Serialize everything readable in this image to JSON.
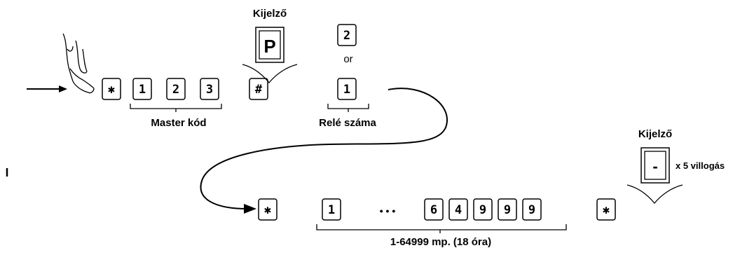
{
  "labels": {
    "display_top": "Kijelző",
    "display_right": "Kijelző",
    "or": "or",
    "master_code": "Master kód",
    "relay_number": "Relé száma",
    "flash_count": "x  5 villogás",
    "time_range": "1-64999 mp. (18 óra)",
    "ellipsis": "• • •"
  },
  "display_chars": {
    "top": "P",
    "right": "-"
  },
  "keys": {
    "row1": {
      "star": "✱",
      "code_1": "1",
      "code_2": "2",
      "code_3": "3",
      "hash": "#",
      "relay_2": "2",
      "relay_1": "1"
    },
    "row2": {
      "star_start": "✱",
      "digit_1": "1",
      "digit_6": "6",
      "digit_4": "4",
      "digit_9a": "9",
      "digit_9b": "9",
      "digit_9c": "9",
      "star_end": "✱"
    }
  },
  "icons": [
    "hand-pointing-icon",
    "arrow-right-icon",
    "curved-arrow-icon",
    "display-p-icon",
    "display-dash-icon",
    "v-notch-icon"
  ]
}
